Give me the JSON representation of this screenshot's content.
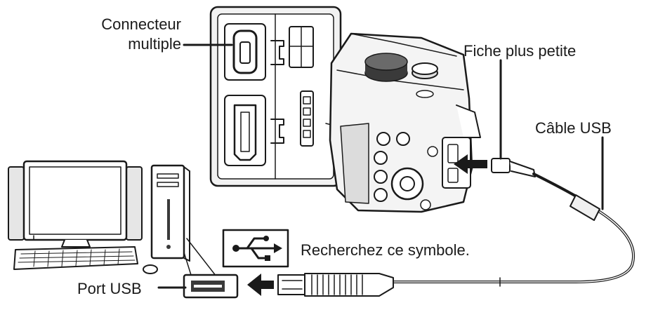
{
  "labels": {
    "connector_line1": "Connecteur",
    "connector_line2": "multiple",
    "smaller_plug": "Fiche plus petite",
    "usb_cable": "Câble USB",
    "look_for_symbol": "Recherchez ce symbole.",
    "usb_port": "Port USB"
  },
  "icons": {
    "usb_symbol": "usb-symbol-icon",
    "arrow_plug": "arrow-left-icon",
    "arrow_camera": "arrow-left-icon"
  },
  "colors": {
    "line": "#1a1a1a",
    "panel_fill": "#f2f2f2",
    "device_fill": "#e6e6e6",
    "dark_fill": "#3a3a3a"
  }
}
